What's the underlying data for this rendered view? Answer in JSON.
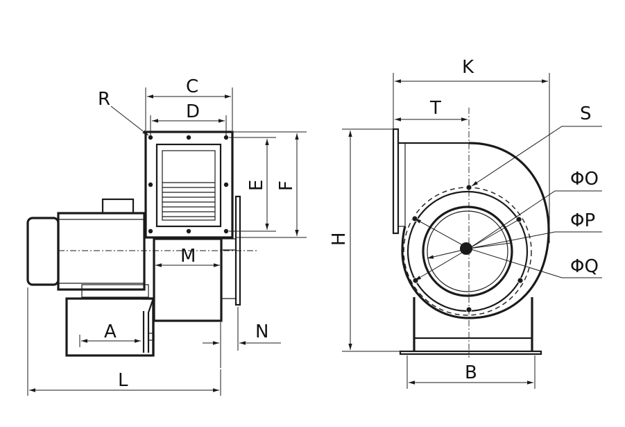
{
  "side_view": {
    "labels": {
      "C": "C",
      "D": "D",
      "R": "R",
      "E": "E",
      "F": "F",
      "M": "M",
      "A": "A",
      "N": "N",
      "L": "L"
    }
  },
  "front_view": {
    "labels": {
      "K": "K",
      "T": "T",
      "S": "S",
      "O": "ΦO",
      "P": "ΦP",
      "Q": "ΦQ",
      "H": "H",
      "B": "B"
    }
  }
}
